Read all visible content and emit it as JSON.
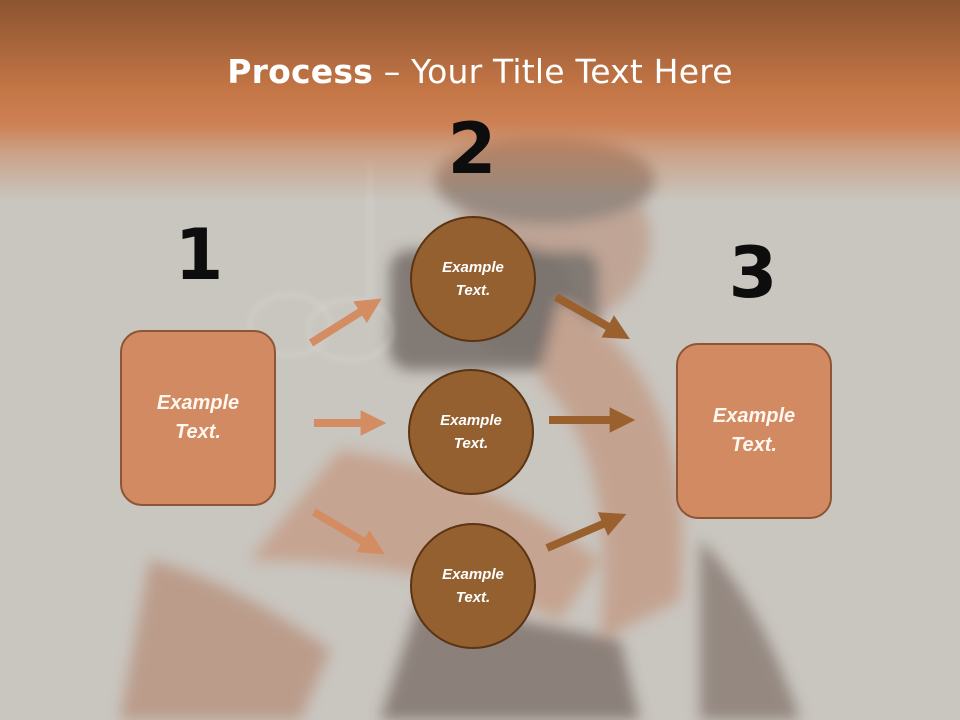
{
  "title": {
    "strong": "Process",
    "rest": " – Your Title Text Here"
  },
  "steps": {
    "one": "1",
    "two": "2",
    "three": "3"
  },
  "left_box": {
    "line1": "Example",
    "line2": "Text."
  },
  "right_box": {
    "line1": "Example",
    "line2": "Text."
  },
  "circles": [
    {
      "line1": "Example",
      "line2": "Text."
    },
    {
      "line1": "Example",
      "line2": "Text."
    },
    {
      "line1": "Example",
      "line2": "Text."
    }
  ],
  "colors": {
    "title_band": "#c4764a",
    "box_fill": "#d28a62",
    "box_border": "#8d5533",
    "circle_fill": "#95602f",
    "circle_border": "#5a3414",
    "left_arrows": "#d48c62",
    "right_arrows": "#9a612f"
  }
}
